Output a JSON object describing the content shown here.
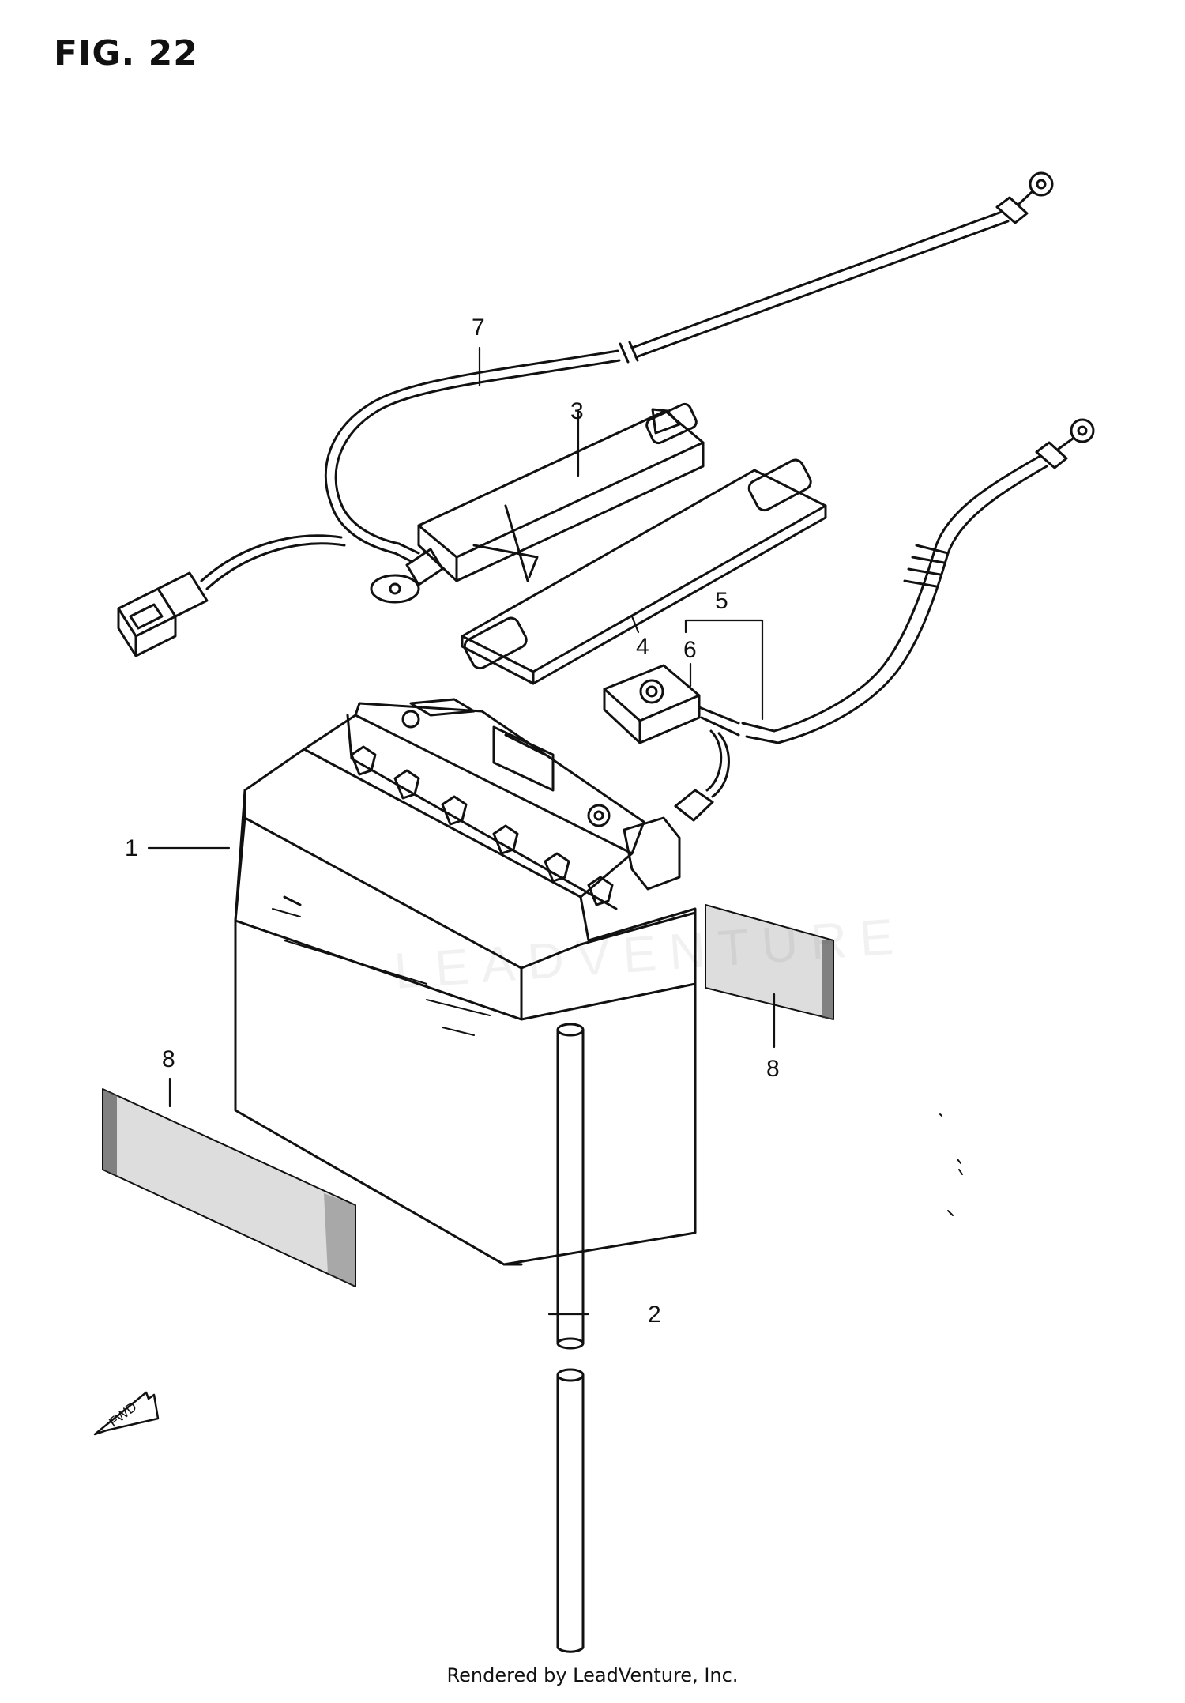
{
  "figure": {
    "title": "FIG. 22"
  },
  "callouts": {
    "c1": "1",
    "c2": "2",
    "c3": "3",
    "c4": "4",
    "c5": "5",
    "c6": "6",
    "c7": "7",
    "c8_right": "8",
    "c8_left": "8"
  },
  "labels": {
    "fwd_arrow": "FWD"
  },
  "watermark": "LEADVENTURE",
  "footer": {
    "credit": "Rendered by LeadVenture, Inc."
  },
  "colors": {
    "line": "#111111",
    "background": "#ffffff",
    "pad": "#444444"
  }
}
